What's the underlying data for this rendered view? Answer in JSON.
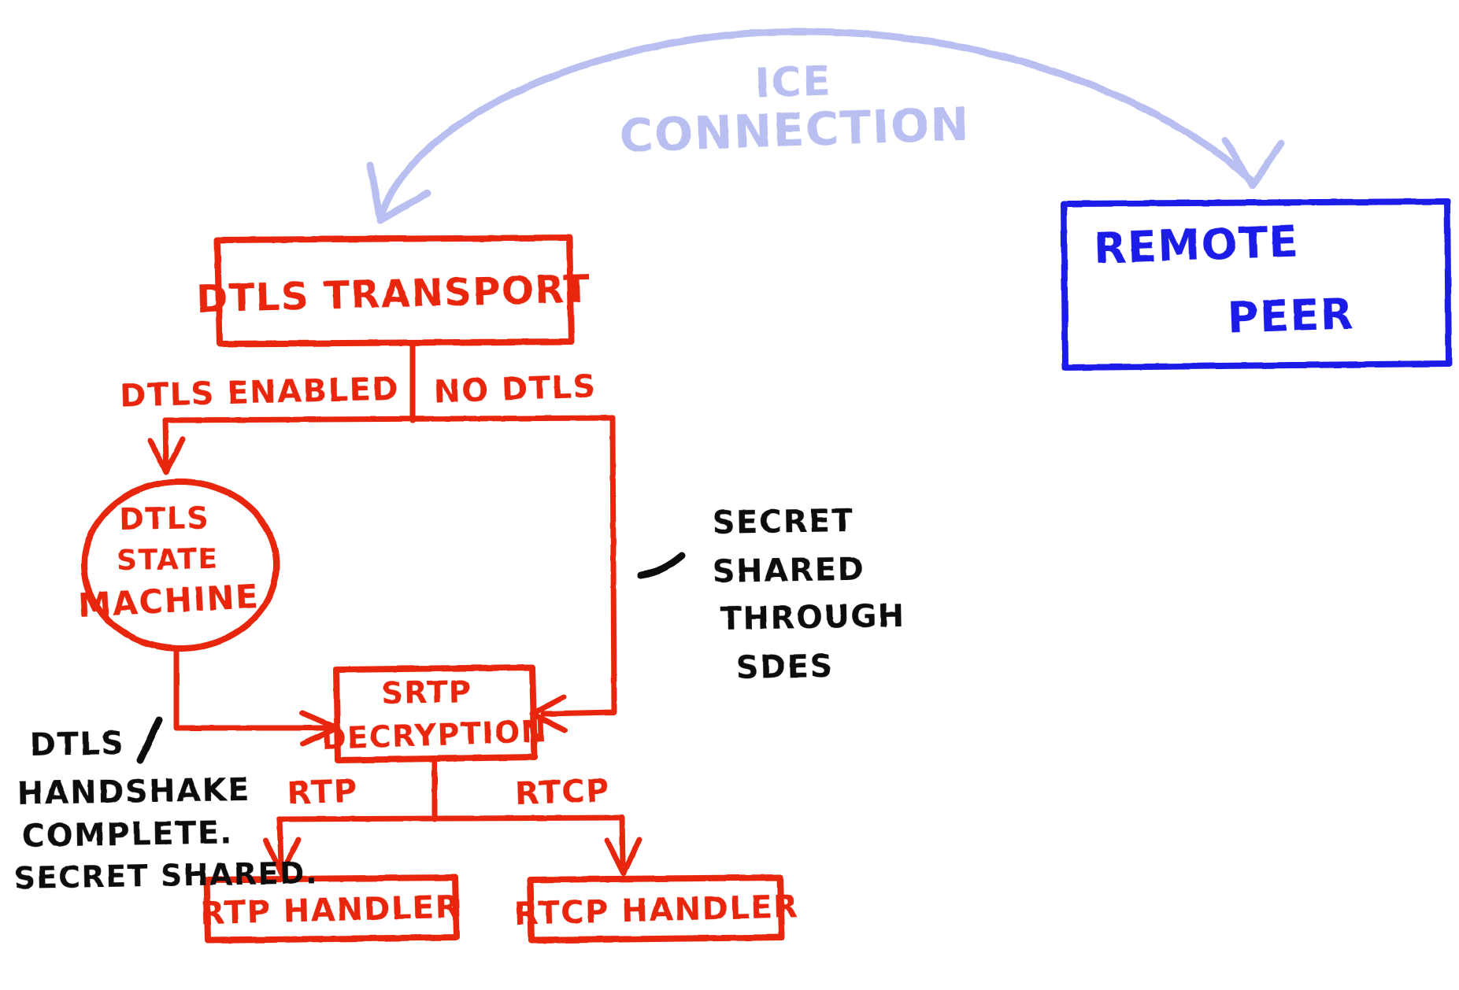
{
  "diagram": {
    "title": "WebRTC DTLS Transport / SRTP decryption flow (hand-drawn whiteboard sketch)",
    "colors": {
      "red": "#E8280C",
      "blue": "#1A1AE8",
      "ice_arc": "#B9BFF0",
      "black": "#111111",
      "background": "#FFFFFF"
    },
    "nodes": {
      "dtls_transport": {
        "label": "DTLS TRANSPORT",
        "shape": "rectangle",
        "color": "#E8280C"
      },
      "remote_peer": {
        "label_line1": "REMOTE",
        "label_line2": "PEER",
        "shape": "rectangle",
        "color": "#1A1AE8"
      },
      "dtls_state_machine": {
        "label_line1": "DTLS",
        "label_line2": "STATE",
        "label_line3": "MACHINE",
        "shape": "ellipse",
        "color": "#E8280C"
      },
      "srtp_decryption": {
        "label_line1": "SRTP",
        "label_line2": "DECRYPTION",
        "shape": "rectangle",
        "color": "#E8280C"
      },
      "rtp_handler": {
        "label": "RTP HANDLER",
        "shape": "rectangle",
        "color": "#E8280C"
      },
      "rtcp_handler": {
        "label": "RTCP HANDLER",
        "shape": "rectangle",
        "color": "#E8280C"
      }
    },
    "edge_labels": {
      "ice_connection_line1": "ICE",
      "ice_connection_line2": "CONNECTION",
      "dtls_enabled": "DTLS ENABLED",
      "no_dtls": "NO DTLS",
      "rtp": "RTP",
      "rtcp": "RTCP"
    },
    "annotations": {
      "sdes": {
        "line1": "SECRET",
        "line2": "SHARED",
        "line3": "THROUGH",
        "line4": "SDES",
        "color": "#111111"
      },
      "handshake": {
        "line1": "DTLS",
        "line2": "HANDSHAKE",
        "line3": "COMPLETE.",
        "line4": "SECRET SHARED.",
        "color": "#111111"
      }
    }
  }
}
